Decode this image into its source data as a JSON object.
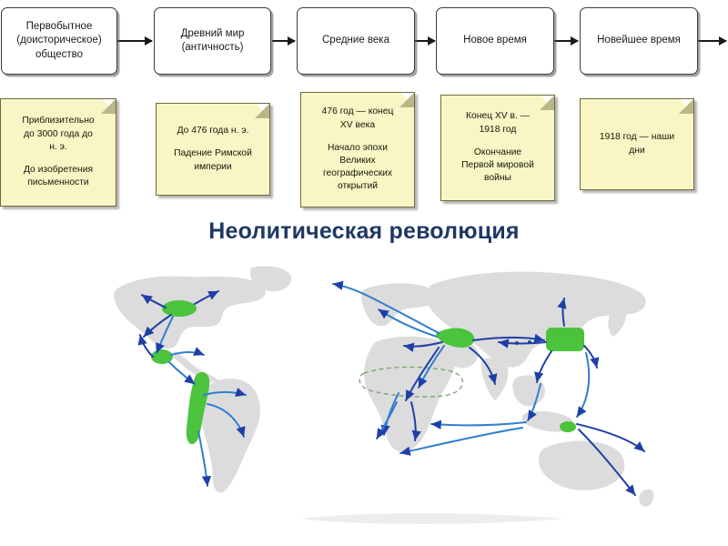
{
  "timeline": {
    "boxes": [
      {
        "label": "Первобытное\n(доисторическое)\nобщество"
      },
      {
        "label": "Древний мир\n(античность)"
      },
      {
        "label": "Средние века"
      },
      {
        "label": "Новое время"
      },
      {
        "label": "Новейшее время"
      }
    ],
    "arrows": [
      {
        "name": "arrow-1-2"
      },
      {
        "name": "arrow-2-3"
      },
      {
        "name": "arrow-3-4"
      },
      {
        "name": "arrow-4-5"
      },
      {
        "name": "arrow-5-end"
      }
    ]
  },
  "notes": [
    {
      "line1": "Приблизительно\nдо 3000 года до\nн. э.",
      "line2": "До изобретения\nписьменности"
    },
    {
      "line1": "До 476 года н. э.",
      "line2": "Падение Римской\nимперии"
    },
    {
      "line1": "476 год — конец\nXV века",
      "line2": "Начало эпохи\nВеликих\nгеографических\nоткрытий"
    },
    {
      "line1": "Конец XV в. —\n1918 год",
      "line2": "Окончание\nПервой мировой\nвойны"
    },
    {
      "line1": "1918 год — наши\nдни",
      "line2": ""
    }
  ],
  "map": {
    "title": "Неолитическая революция",
    "colors": {
      "land": "#dcdcdc",
      "origin_zone": "#4cc33c",
      "dashed_zone_outline": "#76a36a",
      "arrow_dark_blue": "#1f3fa8",
      "arrow_light_blue": "#2f7fd0",
      "title_color": "#1f3864",
      "note_fill": "#f7f6c4",
      "note_border": "#6e6b3a",
      "box_border": "#3d3d3d"
    }
  }
}
